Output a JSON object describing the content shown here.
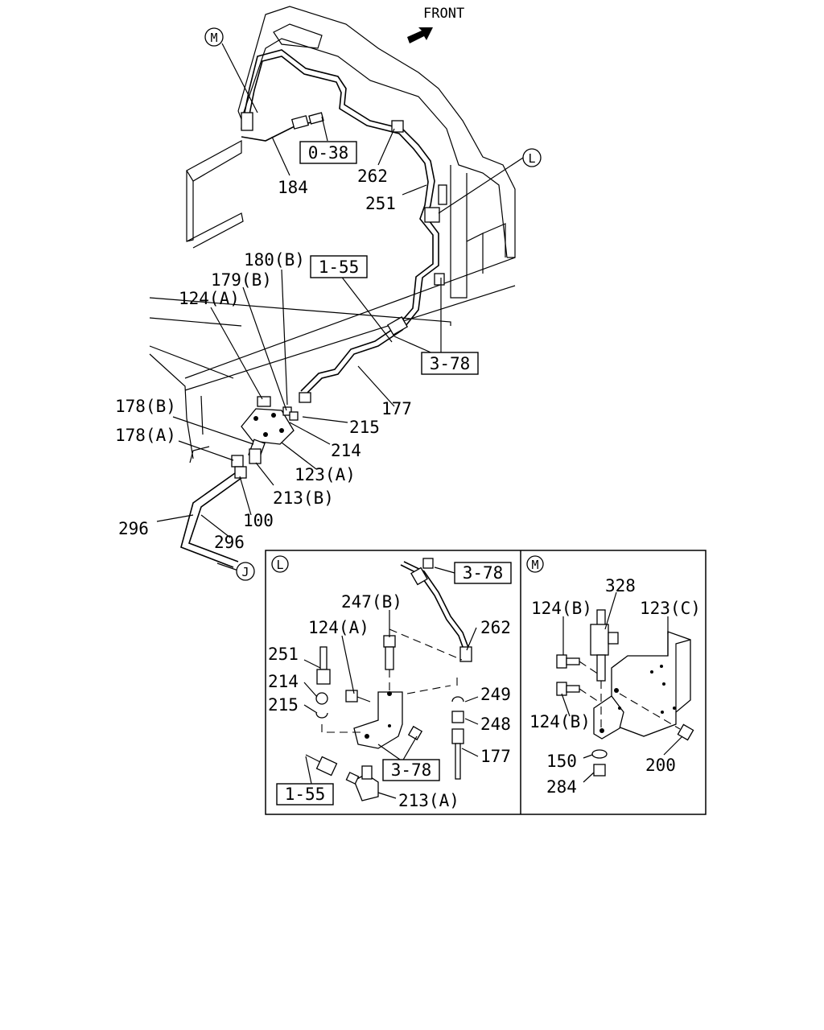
{
  "header": {
    "front": "FRONT"
  },
  "callouts": {
    "M": "M",
    "L": "L",
    "J": "J"
  },
  "refs": {
    "r0_38": "0-38",
    "r1_55": "1-55",
    "r3_78": "3-78"
  },
  "main_labels": {
    "l184": "184",
    "l262": "262",
    "l251": "251",
    "l180b": "180(B)",
    "l179b": "179(B)",
    "l124a": "124(A)",
    "l178b": "178(B)",
    "l178a": "178(A)",
    "l215": "215",
    "l214": "214",
    "l177": "177",
    "l123a": "123(A)",
    "l213b": "213(B)",
    "l100": "100",
    "l296a": "296",
    "l296b": "296"
  },
  "detail_l": {
    "title": "L",
    "ref3_78a": "3-78",
    "ref3_78b": "3-78",
    "ref1_55": "1-55",
    "l247b": "247(B)",
    "l124a": "124(A)",
    "l262": "262",
    "l251": "251",
    "l214": "214",
    "l215": "215",
    "l249": "249",
    "l248": "248",
    "l177": "177",
    "l213a": "213(A)"
  },
  "detail_m": {
    "title": "M",
    "l328": "328",
    "l124b_1": "124(B)",
    "l123c": "123(C)",
    "l124b_2": "124(B)",
    "l150": "150",
    "l200": "200",
    "l284": "284"
  }
}
